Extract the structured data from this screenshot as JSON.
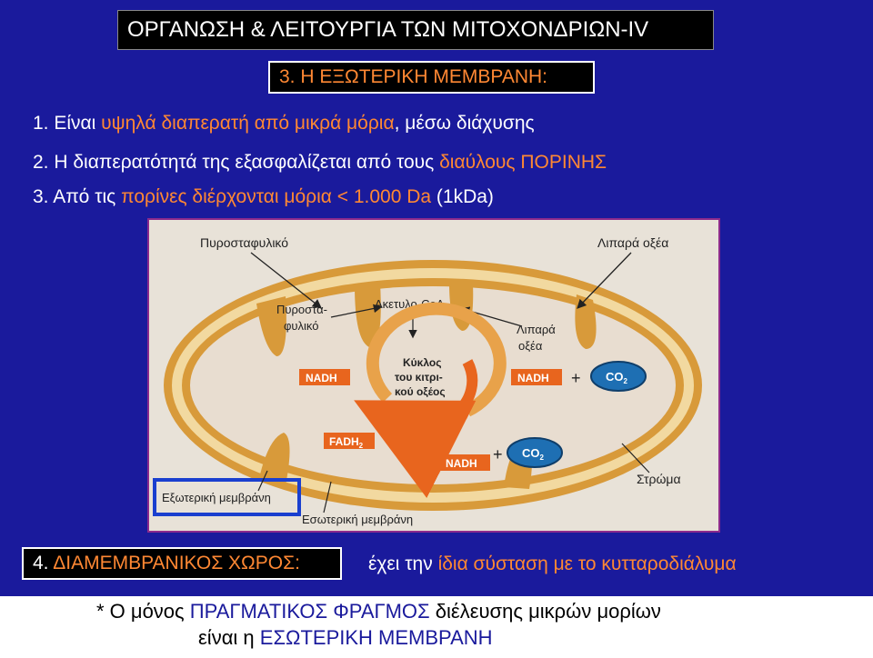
{
  "title": "ΟΡΓΑΝΩΣΗ & ΛΕΙΤΟΥΡΓΙΑ ΤΩΝ ΜΙΤΟΧΟΝΔΡΙΩΝ-IV",
  "section3": "3. Η ΕΞΩΤΕΡΙΚΗ ΜΕΜΒΡΑΝΗ:",
  "items": {
    "i1": {
      "a": "1. Είναι ",
      "b": "υψηλά διαπερατή",
      "c": " ",
      "d": "από μικρά μόρια",
      "e": ", μέσω διάχυσης"
    },
    "i2": {
      "a": "2. Η διαπερατότητά της εξασφαλίζεται από τους ",
      "b": "διαύλους ΠΟΡΙΝΗΣ"
    },
    "i3": {
      "a": "3. Από τις ",
      "b": "πορίνες διέρχονται μόρια < 1.000 Da",
      "c": " (1kDa)"
    }
  },
  "figure": {
    "pyruvate_top": "Πυροσταφυλικό",
    "fatty_top": "Λιπαρά οξέα",
    "pyruvate_in_1": "Πυροστα-",
    "pyruvate_in_2": "φυλικό",
    "acetyl": "Ακετυλο-CoA",
    "fatty_in_1": "Λιπαρά",
    "fatty_in_2": "οξέα",
    "cycle_1": "Κύκλος",
    "cycle_2": "του κιτρι-",
    "cycle_3": "κού οξέος",
    "nadh": "NADH",
    "fadh": "FADH",
    "fadh_sub": "2",
    "co2": "CO",
    "co2_sub": "2",
    "plus": "+",
    "matrix": "Στρώμα",
    "outer": "Εξωτερική μεμβράνη",
    "inner": "Εσωτερική μεμβράνη"
  },
  "section4": {
    "num": "4. ",
    "label": "ΔΙΑΜΕΜΒΡΑΝΙΚΟΣ ΧΩΡΟΣ:"
  },
  "section4b": {
    "a": "έχει την ",
    "b": "ίδια σύσταση με το κυτταροδιάλυμα"
  },
  "footer": {
    "l1a": "* Ο μόνος ",
    "l1b": "ΠΡΑΓΜΑΤΙΚΟΣ ΦΡΑΓΜΟΣ",
    "l1c": " διέλευσης μικρών μορίων",
    "l2a": "είναι η ",
    "l2b": "ΕΣΩΤΕΡΙΚΗ ΜΕΜΒΡΑΝΗ"
  },
  "colors": {
    "background": "#1a1a9c",
    "accent": "#ff8833",
    "nadh": "#e8651e",
    "co2": "#1e6fb3"
  }
}
